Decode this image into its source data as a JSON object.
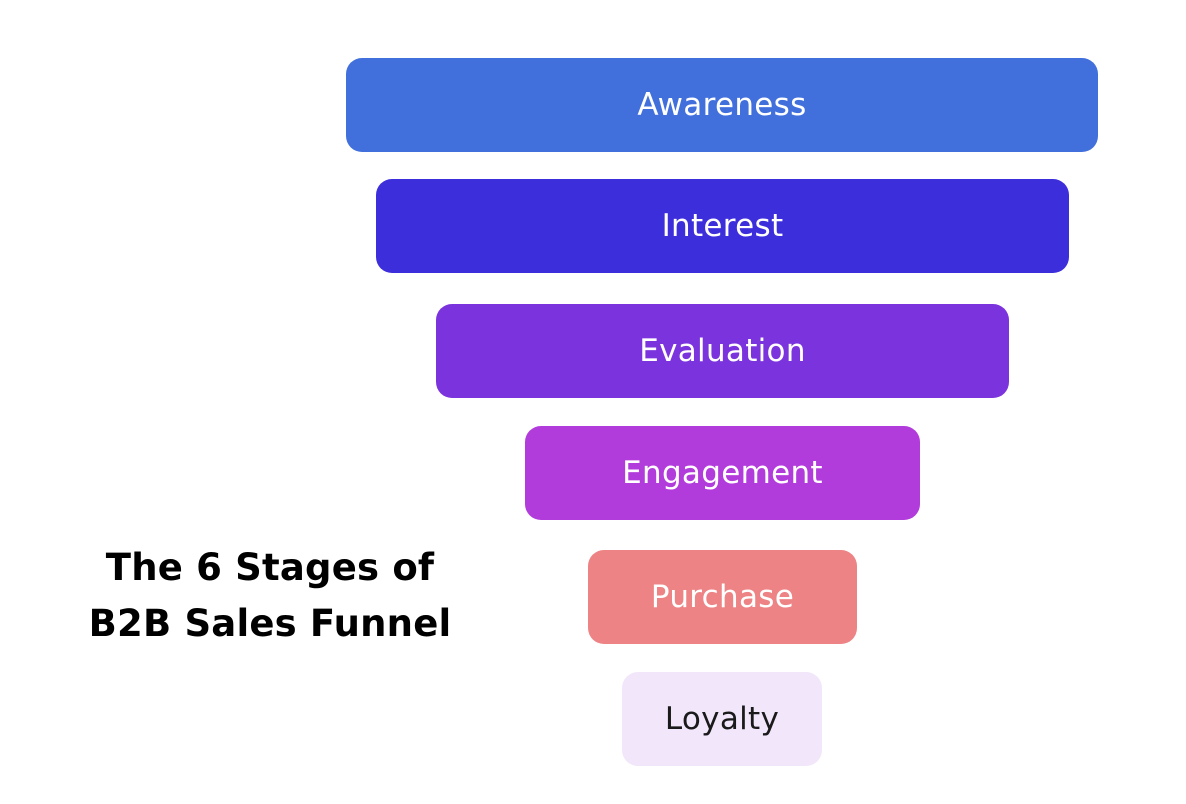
{
  "title": {
    "line1": "The 6 Stages of",
    "line2": "B2B Sales Funnel"
  },
  "stages": [
    {
      "label": "Awareness",
      "background": "#4170DD",
      "text_color": "#FFFFFF"
    },
    {
      "label": "Interest",
      "background": "#3D2EDB",
      "text_color": "#FFFFFF"
    },
    {
      "label": "Evaluation",
      "background": "#7B33DD",
      "text_color": "#FFFFFF"
    },
    {
      "label": "Engagement",
      "background": "#B23BDB",
      "text_color": "#FFFFFF"
    },
    {
      "label": "Purchase",
      "background": "#EE8385",
      "text_color": "#FFFFFF"
    },
    {
      "label": "Loyalty",
      "background": "#F2E6FB",
      "text_color": "#1A1A1A"
    }
  ]
}
